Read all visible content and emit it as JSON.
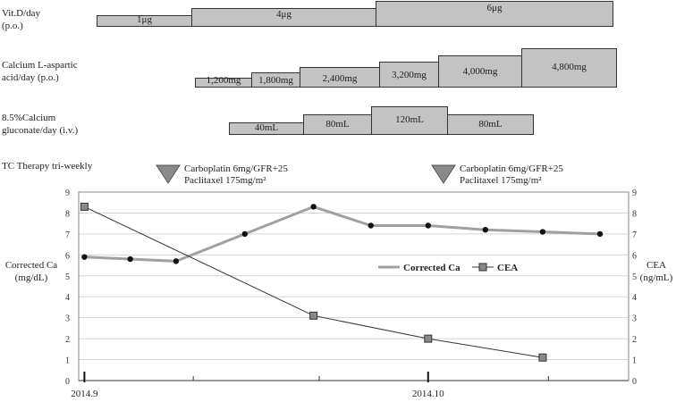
{
  "rows": [
    {
      "label": "Vit.D/day\n(p.o.)",
      "segments": [
        {
          "text": "1μg"
        },
        {
          "text": "4μg"
        },
        {
          "text": "6μg"
        }
      ]
    },
    {
      "label": "Calcium L-aspartic\nacid/day  (p.o.)",
      "segments": [
        {
          "text": "1,200mg"
        },
        {
          "text": "1,800mg"
        },
        {
          "text": "2,400mg"
        },
        {
          "text": "3,200mg"
        },
        {
          "text": "4,000mg"
        },
        {
          "text": "4,800mg"
        }
      ]
    },
    {
      "label": "8.5%Calcium\ngluconate/day (i.v.)",
      "segments": [
        {
          "text": "40mL"
        },
        {
          "text": "80mL"
        },
        {
          "text": "120mL"
        },
        {
          "text": "80mL"
        }
      ]
    }
  ],
  "therapy": {
    "label": "TC Therapy tri-weekly",
    "events": [
      {
        "line1": "Carboplatin 6mg/GFR+25",
        "line2": "Paclitaxel 175mg/m²"
      },
      {
        "line1": "Carboplatin 6mg/GFR+25",
        "line2": "Paclitaxel 175mg/m²"
      }
    ]
  },
  "chart_data": {
    "type": "line",
    "ylabel_left": "Corrected Ca\n(mg/dL)",
    "ylabel_right": "CEA\n(ng/mL)",
    "ylim": [
      0,
      9
    ],
    "yticks": [
      0,
      1,
      2,
      3,
      4,
      5,
      6,
      7,
      8,
      9
    ],
    "x_tick_labels": [
      {
        "label": "2014.9",
        "x": 0
      },
      {
        "label": "2014.10",
        "x": 30
      }
    ],
    "series": [
      {
        "name": "Corrected Ca",
        "color": "#a0a0a0",
        "marker": "circle",
        "x": [
          0,
          4,
          8,
          14,
          20,
          25,
          30,
          35,
          40,
          45
        ],
        "y": [
          5.9,
          5.8,
          5.7,
          7.0,
          8.3,
          7.4,
          7.4,
          7.2,
          7.1,
          7.0
        ]
      },
      {
        "name": "CEA",
        "color": "#333333",
        "marker": "square",
        "x": [
          0,
          20,
          30,
          40
        ],
        "y": [
          8.3,
          3.1,
          2.0,
          1.1
        ]
      }
    ],
    "grid": true,
    "legend": "center-right"
  }
}
